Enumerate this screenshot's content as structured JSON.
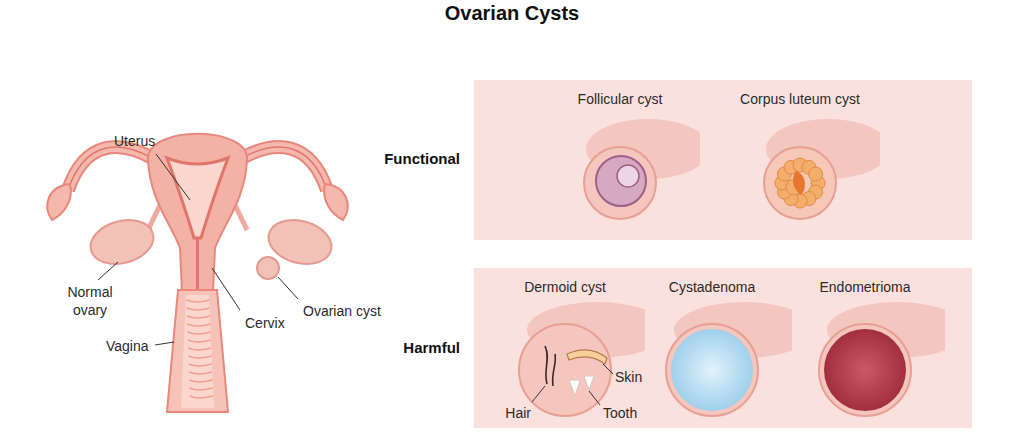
{
  "diagram": {
    "title": "Ovarian Cysts",
    "nodes": [
      {
        "text": [
          "Functional"
        ]
      },
      {
        "text": [
          "Follicular cyst"
        ],
        "in": 0
      },
      {
        "text": [
          "Corpus luteum cyst"
        ],
        "in": 0
      },
      {
        "text": [
          "Harmful"
        ]
      },
      {
        "text": [
          "Dermoid cyst"
        ],
        "in": 3
      },
      {
        "text": [
          "Cystadenoma"
        ],
        "in": 3
      },
      {
        "text": [
          "Endometrioma"
        ],
        "in": 3
      }
    ],
    "labels": [
      "Uterus",
      "Normal ovary",
      "Vagina",
      "Cervix",
      "Ovarian cyst",
      "Hair",
      "Skin",
      "Tooth"
    ]
  }
}
